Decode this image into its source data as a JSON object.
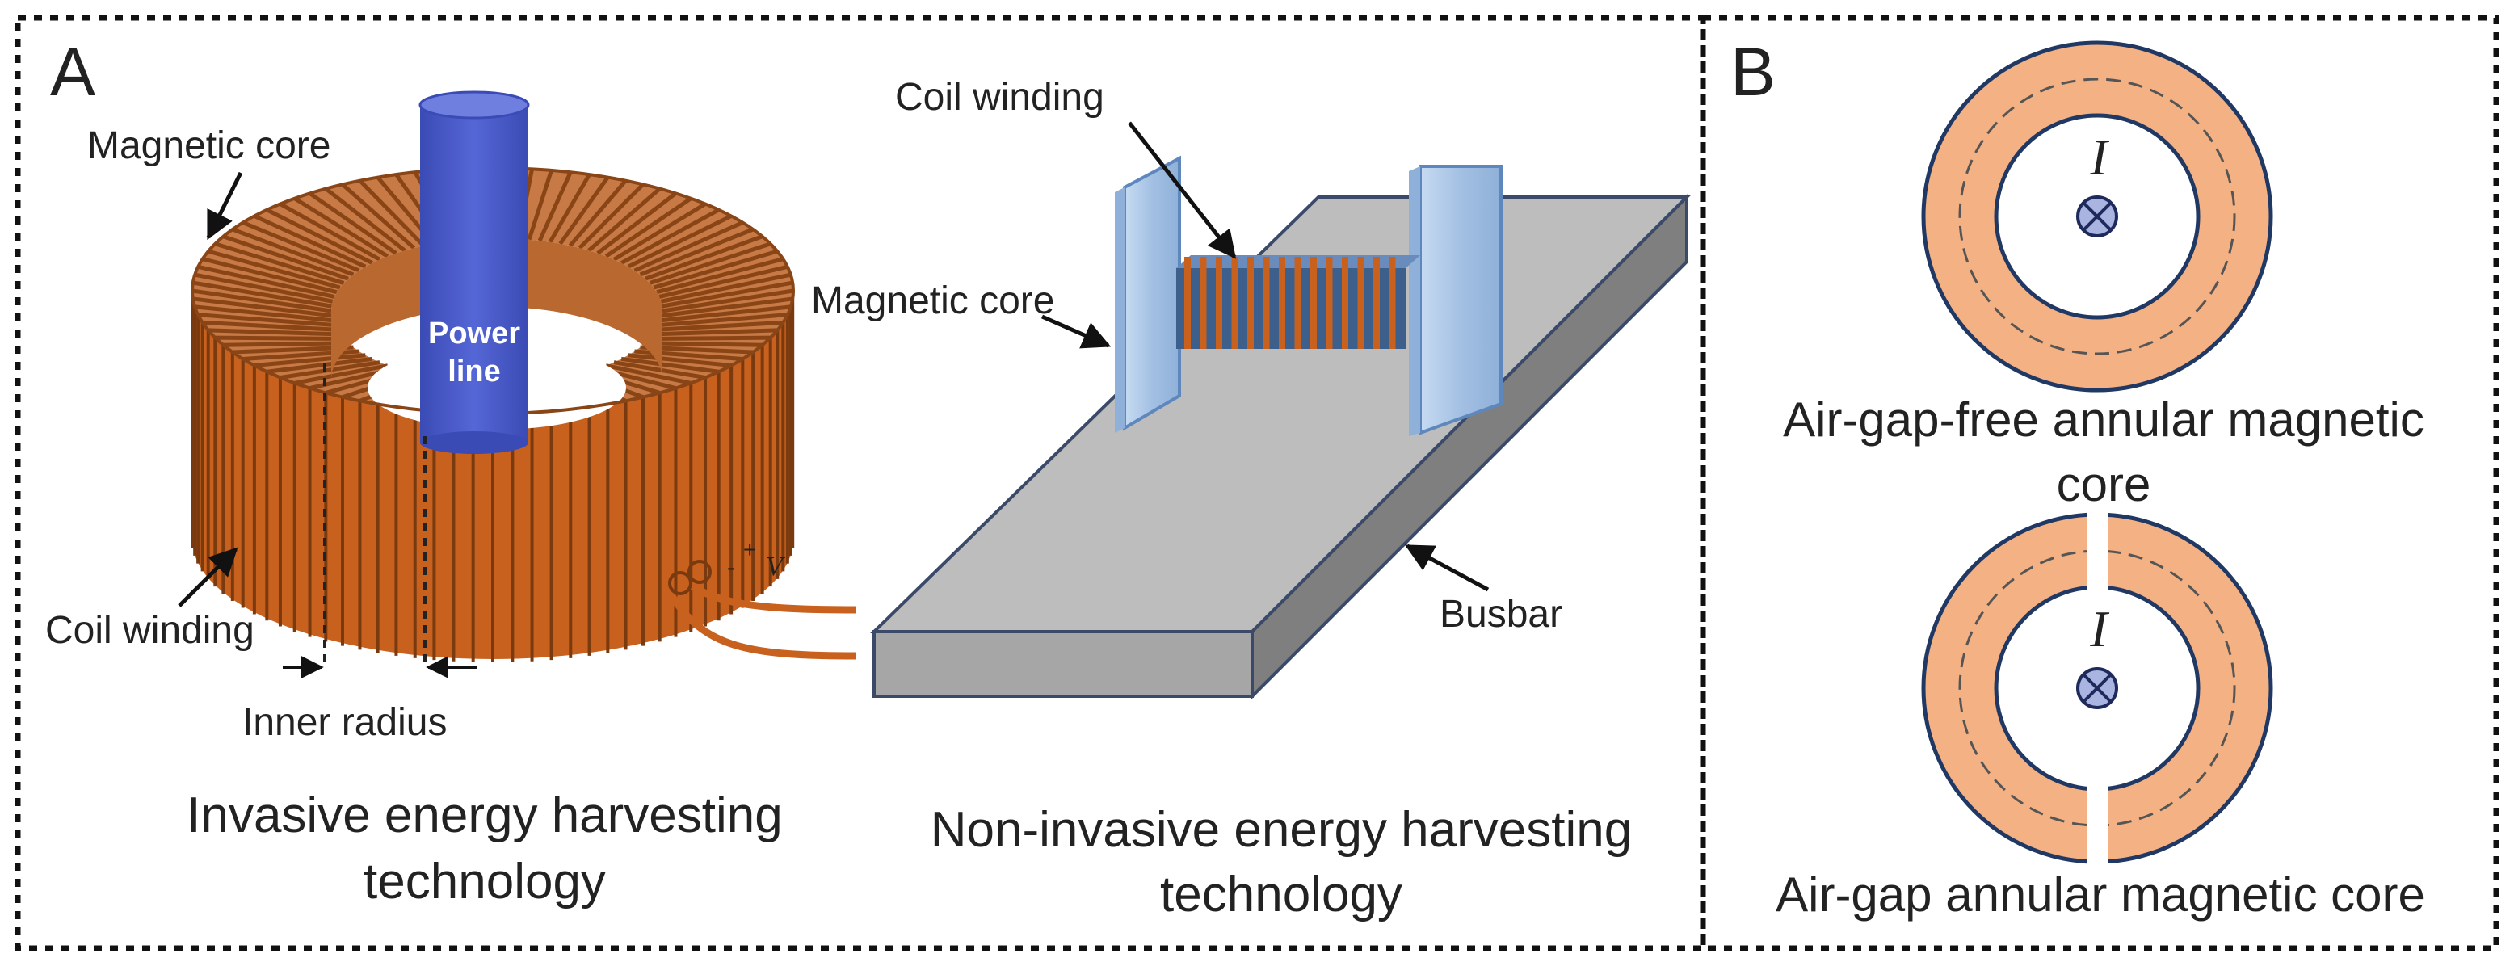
{
  "panel_a": {
    "letter": "A",
    "invasive": {
      "core_label": "Magnetic core",
      "line_label_1": "Power",
      "line_label_2": "line",
      "coil_label": "Coil winding",
      "radius_label": "Inner radius",
      "voltage_minus": "-",
      "voltage_plus": "+",
      "voltage_symbol": "V",
      "caption_1": "Invasive energy harvesting",
      "caption_2": "technology"
    },
    "non_invasive": {
      "coil_label": "Coil winding",
      "core_label": "Magnetic core",
      "busbar_label": "Busbar",
      "caption_1": "Non-invasive energy harvesting",
      "caption_2": "technology"
    }
  },
  "panel_b": {
    "letter": "B",
    "current_symbol": "I",
    "current_symbol_2": "I",
    "top_caption_1": "Air-gap-free annular magnetic",
    "top_caption_2": "core",
    "bottom_caption": "Air-gap annular magnetic core"
  },
  "colors": {
    "copper": "#c8601e",
    "core_fill": "#f4b183",
    "power_line": "#4a5bc8",
    "busbar_top": "#bdbdbd",
    "busbar_side": "#7f7f7f",
    "sensor_core": "#a9c4e4",
    "coil_block": "#3c5f8c",
    "current_marker": "#aab4e0"
  }
}
